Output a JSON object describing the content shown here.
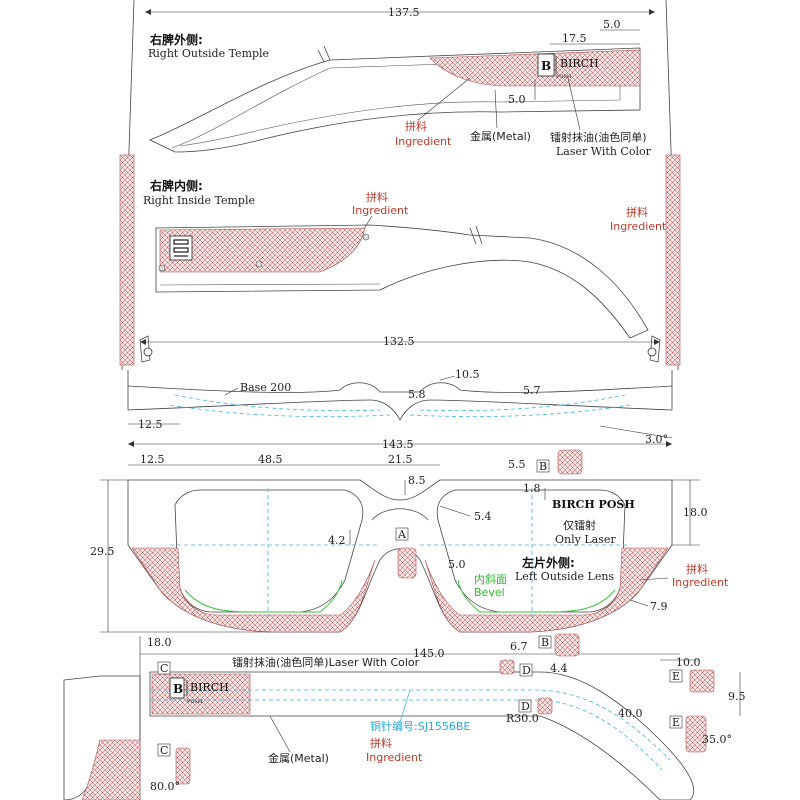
{
  "views": {
    "right_outside": {
      "title_zh": "右脾外侧:",
      "title_en": "Right Outside Temple",
      "dim_total": "137.5",
      "dim_a": "5.0",
      "dim_b": "17.5",
      "dim_c": "5.0",
      "ingredient_zh": "拼料",
      "ingredient_en": "Ingredient",
      "metal": "金属(Metal)",
      "laser_zh": "镭射抹油(油色同单)",
      "laser_en": "Laser With Color",
      "brand_text": "BIRCH",
      "brand_sub": "POSH"
    },
    "right_inside": {
      "title_zh": "右脾内侧:",
      "title_en": "Right Inside Temple",
      "ingredient_zh": "拼料",
      "ingredient_en": "Ingredient",
      "side_ingredient_zh": "拼料",
      "side_ingredient_en": "Ingredient"
    },
    "top": {
      "dim_132": "132.5",
      "dim_105": "10.5",
      "base": "Base 200",
      "dim_58": "5.8",
      "dim_57": "5.7",
      "dim_125": "12.5",
      "dim_1435": "143.5",
      "dim_30": "3.0°"
    },
    "front": {
      "dim_125": "12.5",
      "dim_485": "48.5",
      "dim_215": "21.5",
      "dim_55": "5.5",
      "box_b": "B",
      "dim_85": "8.5",
      "dim_18": "1.8",
      "brand": "BIRCH POSH",
      "dim_54": "5.4",
      "dim_180": "18.0",
      "laser_zh": "仅镭射",
      "laser_en": "Only Laser",
      "dim_295": "29.5",
      "dim_42": "4.2",
      "box_a": "A",
      "dim_50": "5.0",
      "left_lens_zh": "左片外侧:",
      "left_lens_en": "Left Outside Lens",
      "bevel_zh": "内斜面",
      "bevel_en": "Bevel",
      "ingredient_zh": "拼料",
      "ingredient_en": "Ingredient",
      "dim_79": "7.9"
    },
    "side": {
      "dim_180": "18.0",
      "dim_1450": "145.0",
      "dim_67": "6.7",
      "box_b": "B",
      "box_c": "C",
      "laser": "镭射抹油(油色同单)Laser With Color",
      "dim_44": "4.4",
      "box_d": "D",
      "dim_100": "10.0",
      "box_e": "E",
      "dim_95": "9.5",
      "brand_text": "BIRCH",
      "brand_sub": "POSH",
      "dim_400": "40.0",
      "box_d2": "D",
      "box_e2": "E",
      "r30": "R30.0",
      "pin_code": "铜针编号:SJ1556BE",
      "metal": "金属(Metal)",
      "ingredient_zh": "拼料",
      "ingredient_en": "Ingredient",
      "dim_350": "35.0°",
      "box_c2": "C",
      "dim_800": "80.0°"
    }
  },
  "colors": {
    "hatch": "#b45050",
    "cyan": "#3fb6e0",
    "green": "#3cc23c",
    "red_text": "#c0392b"
  }
}
